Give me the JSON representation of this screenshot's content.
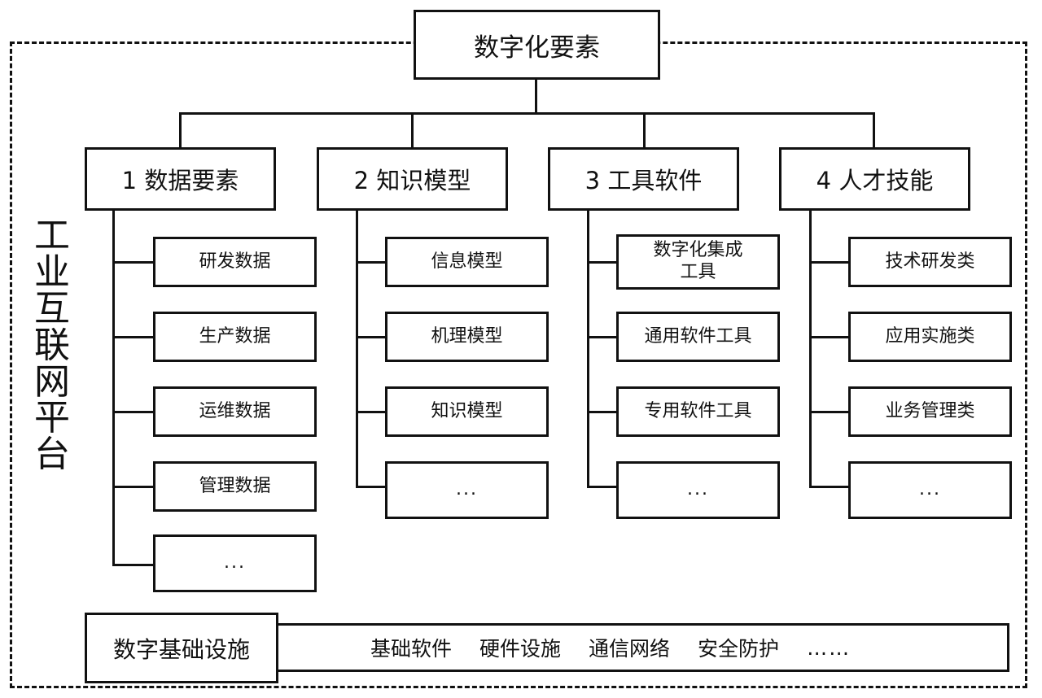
{
  "diagram": {
    "platform_label": "工业互联网平台",
    "platform_label_chars": [
      "工",
      "业",
      "互",
      "联",
      "网",
      "平",
      "台"
    ],
    "root": {
      "label": "数字化要素"
    },
    "branches": [
      {
        "label": "1 数据要素",
        "children": [
          {
            "label": "研发数据"
          },
          {
            "label": "生产数据"
          },
          {
            "label": "运维数据"
          },
          {
            "label": "管理数据"
          },
          {
            "label": "..."
          }
        ]
      },
      {
        "label": "2 知识模型",
        "children": [
          {
            "label": "信息模型"
          },
          {
            "label": "机理模型"
          },
          {
            "label": "知识模型"
          },
          {
            "label": "..."
          }
        ]
      },
      {
        "label": "3 工具软件",
        "children": [
          {
            "label": "数字化集成\n工具"
          },
          {
            "label": "通用软件工具"
          },
          {
            "label": "专用软件工具"
          },
          {
            "label": "..."
          }
        ]
      },
      {
        "label": "4 人才技能",
        "children": [
          {
            "label": "技术研发类"
          },
          {
            "label": "应用实施类"
          },
          {
            "label": "业务管理类"
          },
          {
            "label": "..."
          }
        ]
      }
    ],
    "infrastructure": {
      "label": "数字基础设施",
      "items": [
        "基础软件",
        "硬件设施",
        "通信网络",
        "安全防护",
        "……"
      ]
    },
    "colors": {
      "stroke": "#111111",
      "background": "#ffffff",
      "text": "#111111"
    }
  }
}
